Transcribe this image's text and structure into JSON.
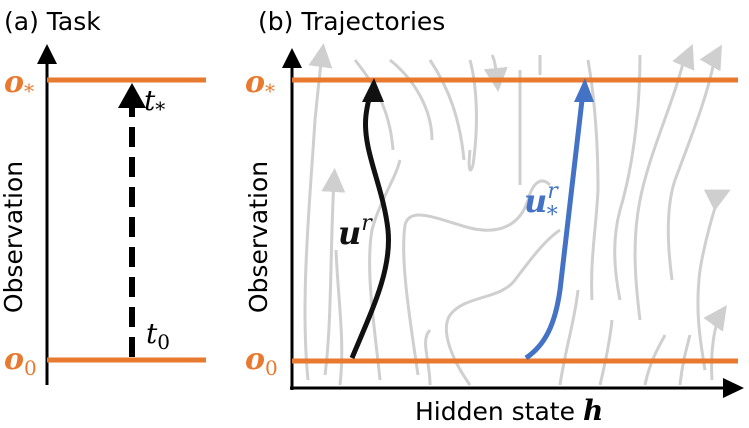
{
  "panel_a": {
    "title": "(a) Task",
    "y_axis_label": "Observation",
    "target_obs": {
      "base": "o",
      "sub": "*"
    },
    "initial_obs": {
      "base": "o",
      "sub": "0"
    },
    "time_start": {
      "base": "t",
      "sub": "0"
    },
    "time_end": {
      "base": "t",
      "sub": "*"
    }
  },
  "panel_b": {
    "title": "(b) Trajectories",
    "y_axis_label": "Observation",
    "x_axis_label_text": "Hidden state ",
    "x_axis_label_symbol": "h",
    "target_obs": {
      "base": "o",
      "sub": "*"
    },
    "initial_obs": {
      "base": "o",
      "sub": "0"
    },
    "trajectory_black": {
      "base": "u",
      "sup": "r"
    },
    "trajectory_blue": {
      "base": "u",
      "sup": "r",
      "sub": "*"
    }
  },
  "colors": {
    "orange": "#E8792E",
    "blue": "#4472C4",
    "black": "#111111",
    "flow_gray": "#CFCFCF"
  }
}
